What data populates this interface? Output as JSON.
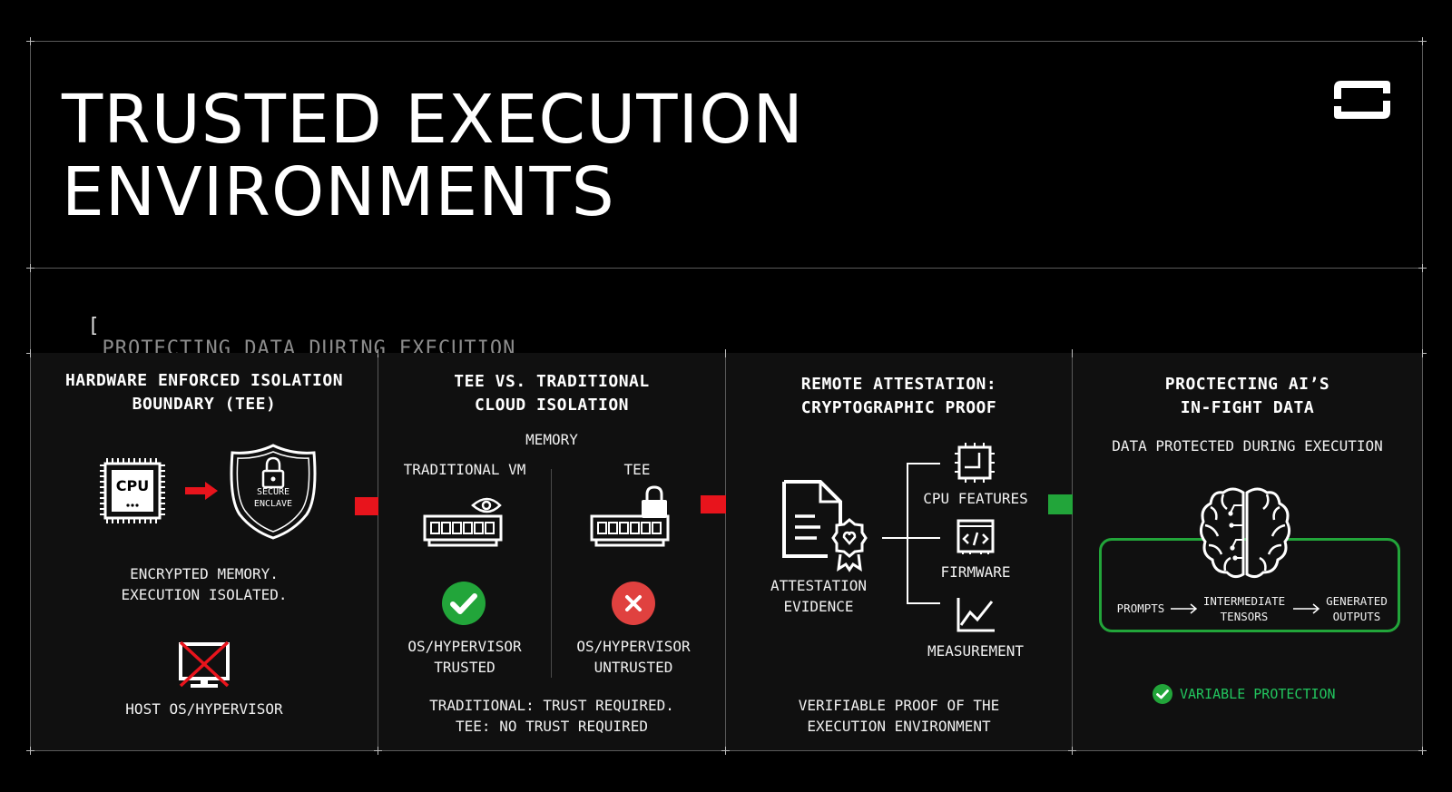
{
  "header": {
    "title_line1": "TRUSTED EXECUTION",
    "title_line2": "ENVIRONMENTS",
    "subtitle": "PROTECTING DATA DURING EXECUTION",
    "bracket_open": "[",
    "bracket_close": "]",
    "logo_icon": "brand-logo-icon"
  },
  "colors": {
    "accent_red": "#e8141c",
    "accent_green": "#22c55e",
    "panel_bg": "#101010",
    "muted_text": "#8c8c8c"
  },
  "panels": [
    {
      "title_line1": "HARDWARE ENFORCED ISOLATION",
      "title_line2": "BOUNDARY (TEE)",
      "cpu_label": "CPU",
      "enclave_line1": "SECURE",
      "enclave_line2": "ENCLAVE",
      "caption_line1": "ENCRYPTED MEMORY.",
      "caption_line2": "EXECUTION ISOLATED.",
      "host_label": "HOST OS/HYPERVISOR"
    },
    {
      "title_line1": "TEE VS. TRADITIONAL",
      "title_line2": "CLOUD ISOLATION",
      "memory_label": "MEMORY",
      "left_col": "TRADITIONAL VM",
      "right_col": "TEE",
      "left_status_line1": "OS/HYPERVISOR",
      "left_status_line2": "TRUSTED",
      "right_status_line1": "OS/HYPERVISOR",
      "right_status_line2": "UNTRUSTED",
      "caption_line1": "TRADITIONAL: TRUST REQUIRED.",
      "caption_line2": "TEE: NO TRUST REQUIRED"
    },
    {
      "title_line1": "REMOTE ATTESTATION:",
      "title_line2": "CRYPTOGRAPHIC PROOF",
      "evidence_line1": "ATTESTATION",
      "evidence_line2": "EVIDENCE",
      "branches": [
        "CPU FEATURES",
        "FIRMWARE",
        "MEASUREMENT"
      ],
      "caption_line1": "VERIFIABLE PROOF OF THE",
      "caption_line2": "EXECUTION ENVIRONMENT"
    },
    {
      "title_line1": "PROCTECTING AI’S",
      "title_line2": "IN-FIGHT DATA",
      "subtitle": "DATA PROTECTED DURING EXECUTION",
      "flow": {
        "step1": "PROMPTS",
        "step2_line1": "INTERMEDIATE",
        "step2_line2": "TENSORS",
        "step3_line1": "GENERATED",
        "step3_line2": "OUTPUTS"
      },
      "badge": "VARIABLE PROTECTION"
    }
  ]
}
